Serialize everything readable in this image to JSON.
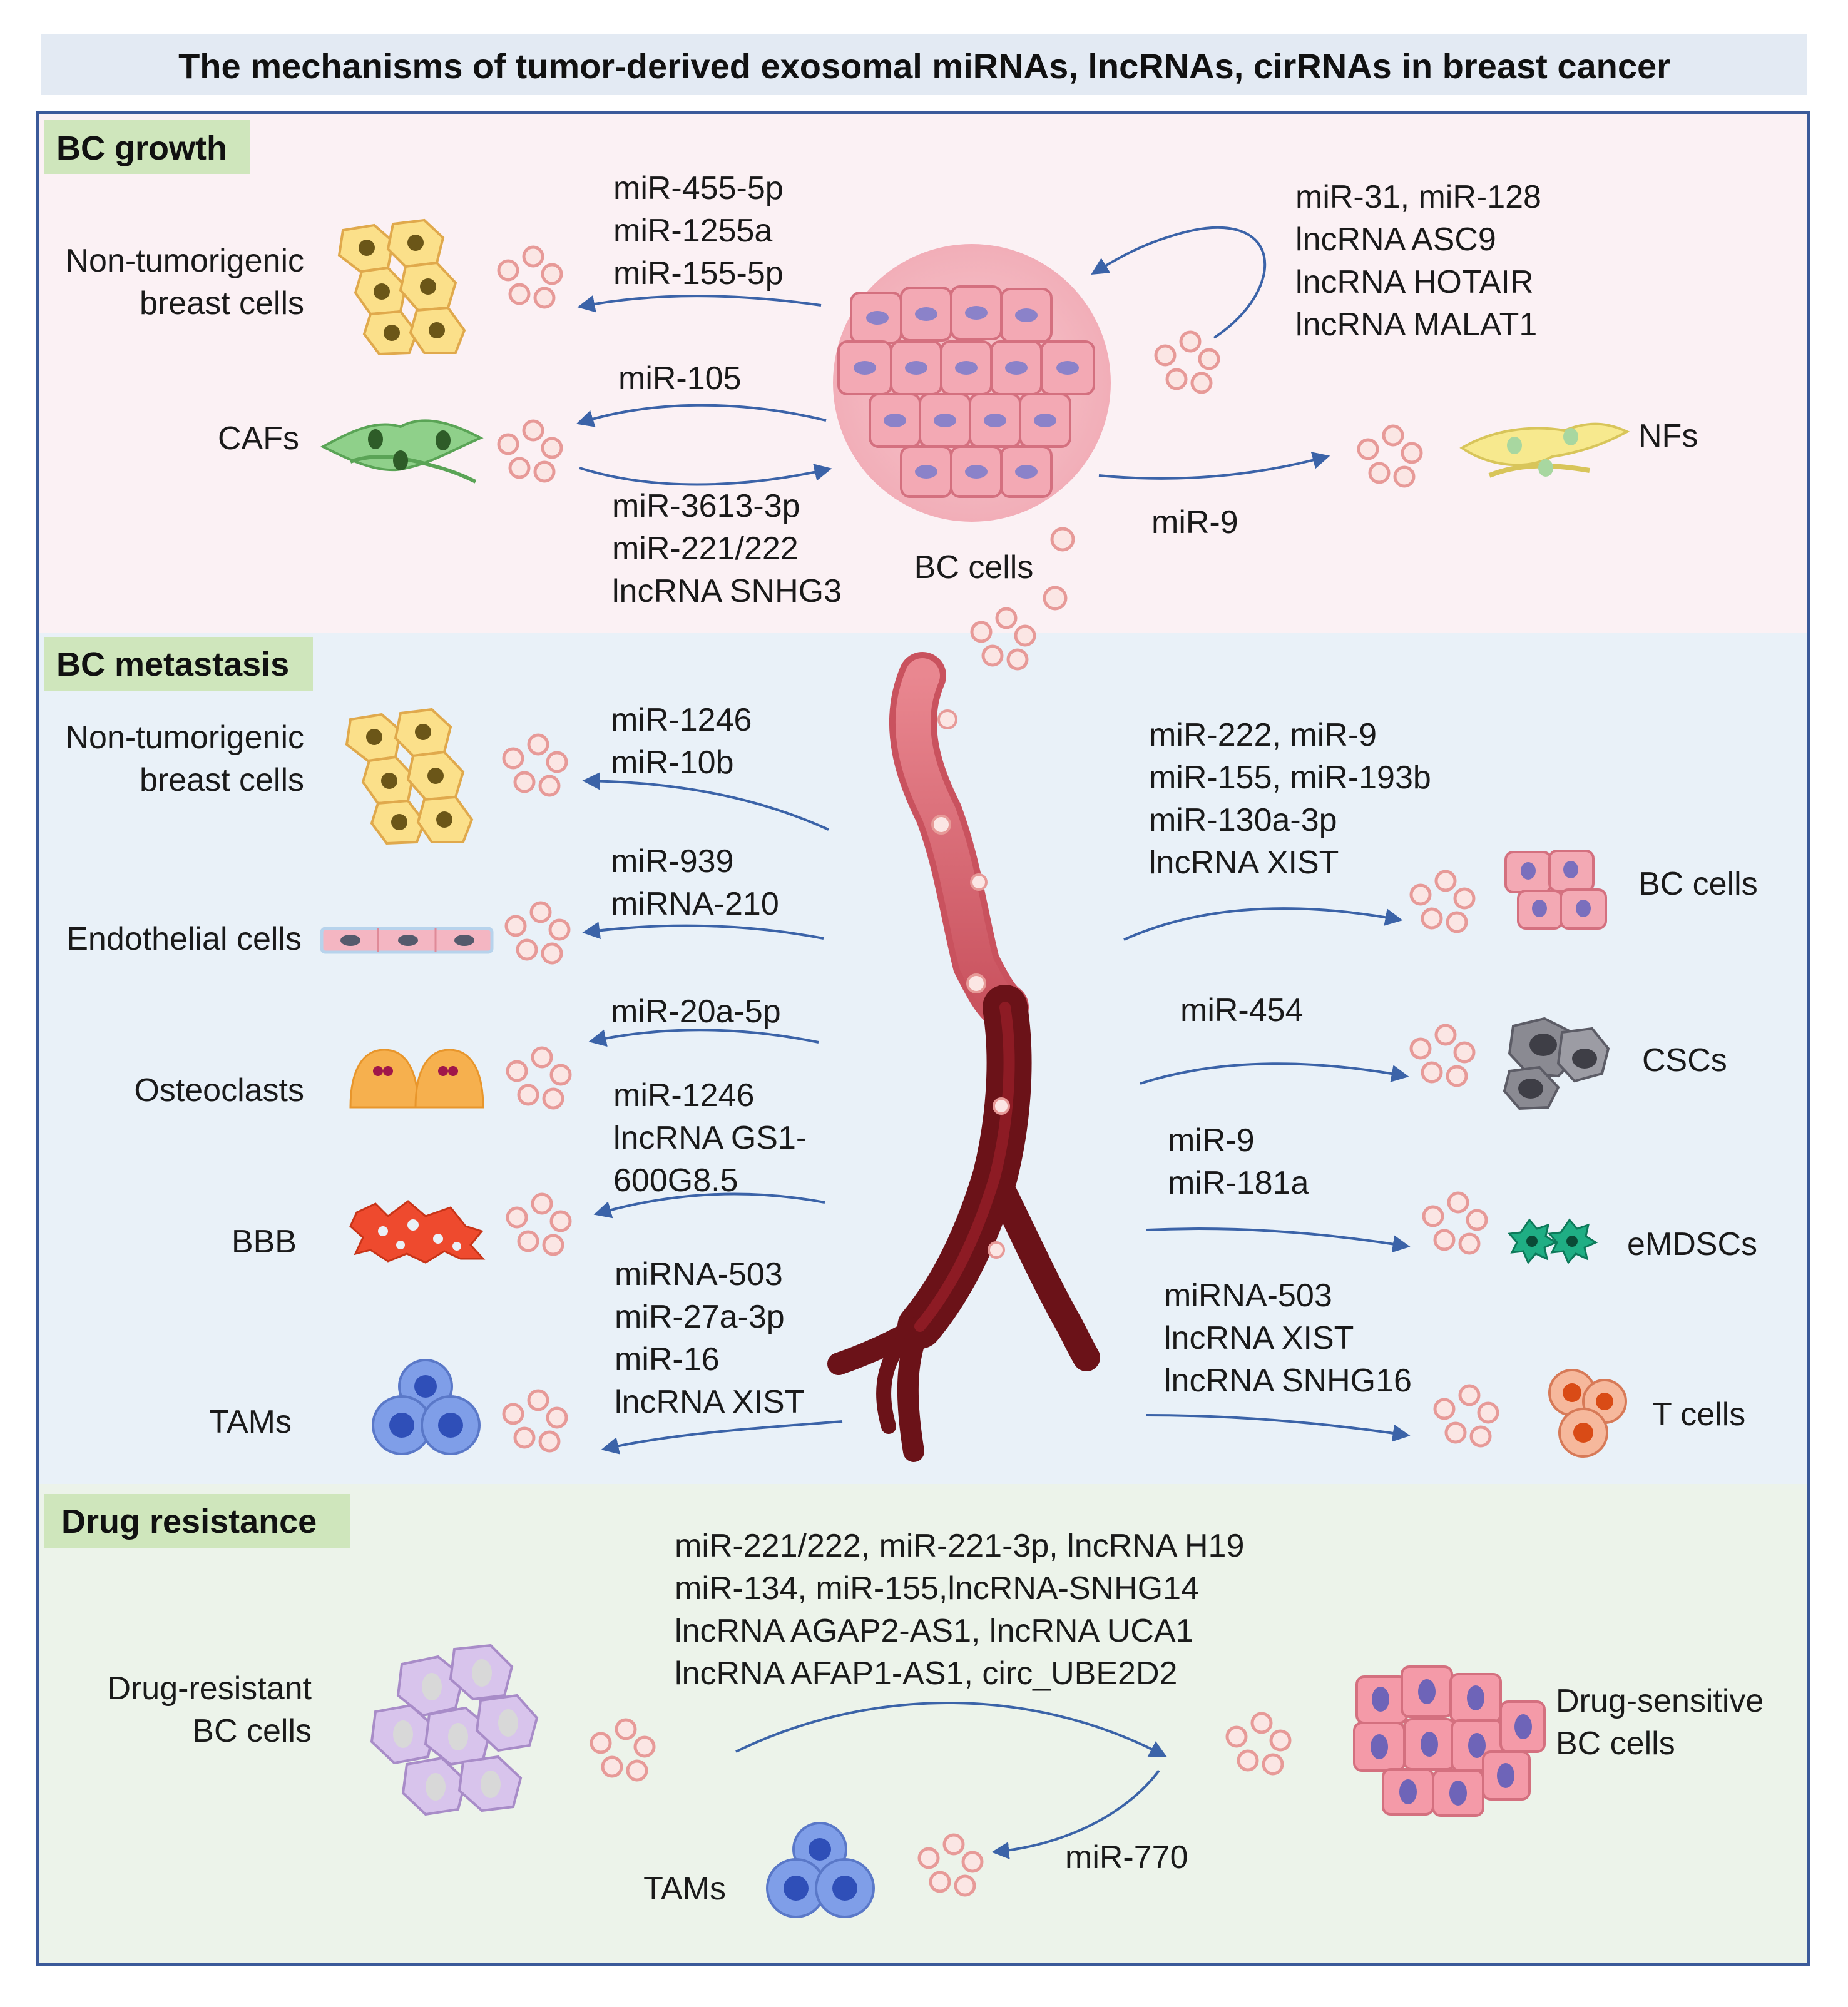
{
  "title": "The mechanisms of tumor-derived exosomal miRNAs, lncRNAs, cirRNAs in breast cancer",
  "sections": {
    "growth": {
      "label": "BC growth",
      "left_cells": [
        "Non-tumorigenic",
        "breast cells"
      ],
      "left_mirnas": [
        "miR-455-5p",
        "miR-1255a",
        "miR-155-5p"
      ],
      "caf_label": "CAFs",
      "caf_out": [
        "miR-105"
      ],
      "caf_in": [
        "miR-3613-3p",
        "miR-221/222",
        "lncRNA SNHG3"
      ],
      "loop_mirnas": [
        "miR-31, miR-128",
        "lncRNA ASC9",
        "lncRNA HOTAIR",
        "lncRNA MALAT1"
      ],
      "center_label": "BC cells",
      "nf_mirna": "miR-9",
      "nf_label": "NFs"
    },
    "metastasis": {
      "label": "BC metastasis",
      "left_targets": [
        {
          "name": [
            "Non-tumorigenic",
            "breast cells"
          ],
          "mirnas": [
            "miR-1246",
            "miR-10b"
          ]
        },
        {
          "name": [
            "Endothelial cells"
          ],
          "mirnas": [
            "miR-939",
            "miRNA-210"
          ]
        },
        {
          "name": [
            "Osteoclasts"
          ],
          "mirnas": [
            "miR-20a-5p"
          ]
        },
        {
          "name": [
            "BBB"
          ],
          "mirnas": [
            "miR-1246",
            "lncRNA GS1-",
            "600G8.5"
          ]
        },
        {
          "name": [
            "TAMs"
          ],
          "mirnas": [
            "miRNA-503",
            "miR-27a-3p",
            "miR-16",
            "lncRNA XIST"
          ]
        }
      ],
      "right_targets": [
        {
          "name": "BC cells",
          "mirnas": [
            "miR-222, miR-9",
            "miR-155, miR-193b",
            "miR-130a-3p",
            "lncRNA XIST"
          ]
        },
        {
          "name": "CSCs",
          "mirnas": [
            "miR-454"
          ]
        },
        {
          "name": "eMDSCs",
          "mirnas": [
            "miR-9",
            "miR-181a"
          ]
        },
        {
          "name": "T cells",
          "mirnas": [
            "miRNA-503",
            "lncRNA XIST",
            "lncRNA SNHG16"
          ]
        }
      ]
    },
    "drug": {
      "label": "Drug resistance",
      "resistant_label": [
        "Drug-resistant",
        "BC cells"
      ],
      "mirnas": [
        "miR-221/222, miR-221-3p, lncRNA H19",
        "miR-134, miR-155,lncRNA-SNHG14",
        "lncRNA AGAP2-AS1, lncRNA UCA1",
        "lncRNA AFAP1-AS1, circ_UBE2D2"
      ],
      "sensitive_label": [
        "Drug-sensitive",
        "BC cells"
      ],
      "tam_label": "TAMs",
      "tam_mirna": "miR-770"
    }
  },
  "colors": {
    "growth_bg": "#fbf1f4",
    "metastasis_bg": "#e9f1f8",
    "drug_bg": "#ecf3ea",
    "section_tag": "#cfe6bc",
    "title_bar": "#e3eaf3",
    "arrow": "#3b63a8",
    "border": "#3b5a9a"
  }
}
